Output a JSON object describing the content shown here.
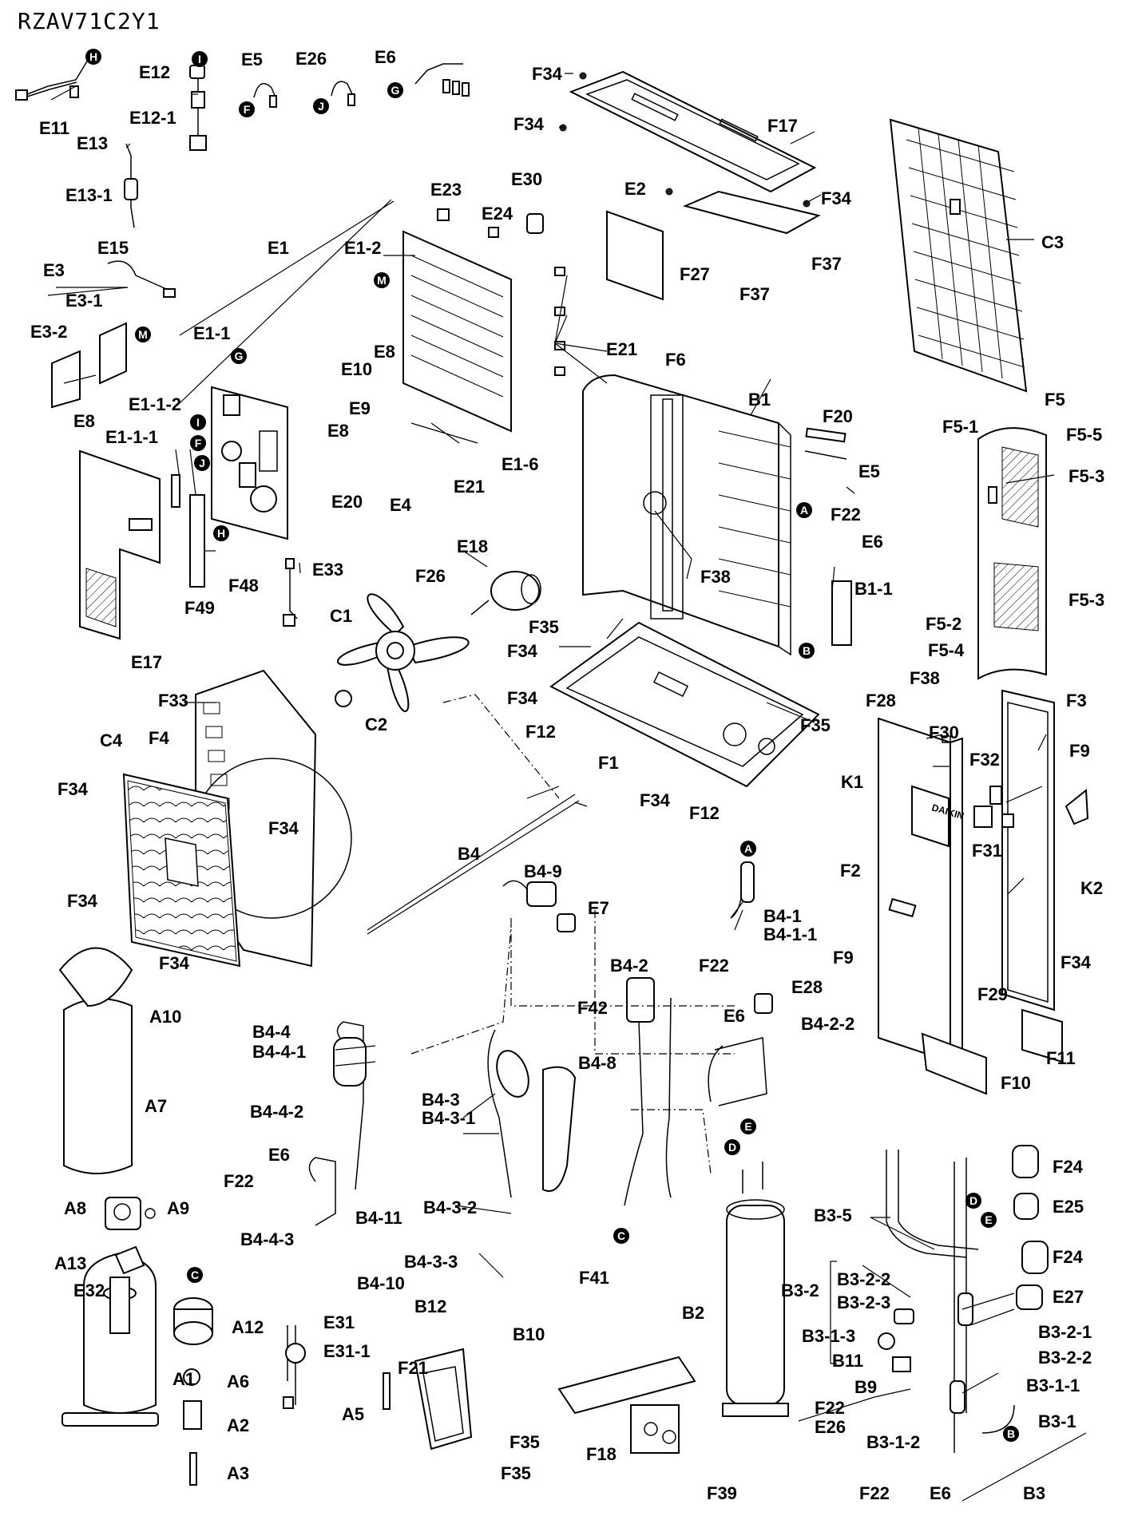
{
  "model": "RZAV71C2Y1",
  "brand_mark": "DAIKIN",
  "labels": {
    "E11": "E11",
    "E12": "E12",
    "E12_1": "E12-1",
    "E13": "E13",
    "E13_1": "E13-1",
    "E5a": "E5",
    "E26a": "E26",
    "E6a": "E6",
    "F34a": "F34",
    "F34b": "F34",
    "F17": "F17",
    "F34c": "F34",
    "C3": "C3",
    "E23": "E23",
    "E30": "E30",
    "E2": "E2",
    "E24": "E24",
    "F27": "F27",
    "F37a": "F37",
    "F37b": "F37",
    "E1": "E1",
    "E1_2": "E1-2",
    "E15": "E15",
    "E3": "E3",
    "E3_1": "E3-1",
    "E3_2": "E3-2",
    "E8a": "E8",
    "E1_1": "E1-1",
    "E1_1_2": "E1-1-2",
    "E1_1_1": "E1-1-1",
    "E8b": "E8",
    "E10": "E10",
    "E9": "E9",
    "E8c": "E8",
    "E21a": "E21",
    "E21b": "E21",
    "E1_6": "E1-6",
    "E20": "E20",
    "E4": "E4",
    "F6": "F6",
    "B1": "B1",
    "F20": "F20",
    "E5b": "E5",
    "F5": "F5",
    "F5_1": "F5-1",
    "F5_5": "F5-5",
    "F5_3a": "F5-3",
    "F5_3b": "F5-3",
    "F5_2": "F5-2",
    "F5_4": "F5-4",
    "F38a": "F38",
    "F22a": "F22",
    "E6b": "E6",
    "B1_1": "B1-1",
    "F38b": "F38",
    "E17": "E17",
    "F49": "F49",
    "F48": "F48",
    "E33": "E33",
    "E18": "E18",
    "F26": "F26",
    "C1": "C1",
    "C2": "C2",
    "F35a": "F35",
    "F34d": "F34",
    "F34e": "F34",
    "F12a": "F12",
    "F1": "F1",
    "F34f": "F34",
    "F12b": "F12",
    "F35b": "F35",
    "F33": "F33",
    "F4": "F4",
    "C4": "C4",
    "F34g": "F34",
    "F34h": "F34",
    "F34i": "F34",
    "F34j": "F34",
    "F28": "F28",
    "F30": "F30",
    "K1": "K1",
    "F32": "F32",
    "F3": "F3",
    "F9a": "F9",
    "F31": "F31",
    "F2": "F2",
    "K2": "K2",
    "F9b": "F9",
    "F29": "F29",
    "F34k": "F34",
    "F11": "F11",
    "F10": "F10",
    "B4": "B4",
    "B4_9": "B4-9",
    "E7": "E7",
    "B4_1": "B4-1",
    "B4_1_1": "B4-1-1",
    "A10": "A10",
    "B4_4": "B4-4",
    "B4_4_1": "B4-4-1",
    "B4_2": "B4-2",
    "F22b": "F22",
    "E6c": "E6",
    "E28": "E28",
    "F42": "F42",
    "B4_2_2": "B4-2-2",
    "A7": "A7",
    "B4_4_2": "B4-4-2",
    "B4_8": "B4-8",
    "B4_3": "B4-3",
    "B4_3_1": "B4-3-1",
    "E6d": "E6",
    "F22c": "F22",
    "A8": "A8",
    "A9": "A9",
    "B4_3_2": "B4-3-2",
    "B4_4_3": "B4-4-3",
    "B4_11": "B4-11",
    "B4_10": "B4-10",
    "A13": "A13",
    "F41": "F41",
    "F24a": "F24",
    "B3_5": "B3-5",
    "E25": "E25",
    "F24b": "F24",
    "B3_2": "B3-2",
    "B3_2_2a": "B3-2-2",
    "B3_2_3": "B3-2-3",
    "E27": "E27",
    "B4_3_3": "B4-3-3",
    "E32": "E32",
    "B2": "B2",
    "B12": "B12",
    "B10": "B10",
    "A12": "A12",
    "E31": "E31",
    "E31_1": "E31-1",
    "B3_1_3": "B3-1-3",
    "B3_2_1": "B3-2-1",
    "B3_2_2b": "B3-2-2",
    "B11": "B11",
    "A1": "A1",
    "A6": "A6",
    "F21": "F21",
    "B9": "B9",
    "B3_1_1": "B3-1-1",
    "A5": "A5",
    "F22d": "F22",
    "E26b": "E26",
    "B3_1": "B3-1",
    "A2": "A2",
    "B3_1_2": "B3-1-2",
    "F35c": "F35",
    "F18": "F18",
    "F35d": "F35",
    "A3": "A3",
    "F39": "F39",
    "F22e": "F22",
    "E6e": "E6",
    "B3": "B3"
  },
  "markers": {
    "H1": "H",
    "I1": "I",
    "F1": "F",
    "J1": "J",
    "G1": "G",
    "M1": "M",
    "M2": "M",
    "G2": "G",
    "I2": "I",
    "F2": "F",
    "J2": "J",
    "H2": "H",
    "A1": "A",
    "B1": "B",
    "A2": "A",
    "C1": "C",
    "D1": "D",
    "E1": "E",
    "D2": "D",
    "E2": "E",
    "C2": "C",
    "B2": "B"
  }
}
